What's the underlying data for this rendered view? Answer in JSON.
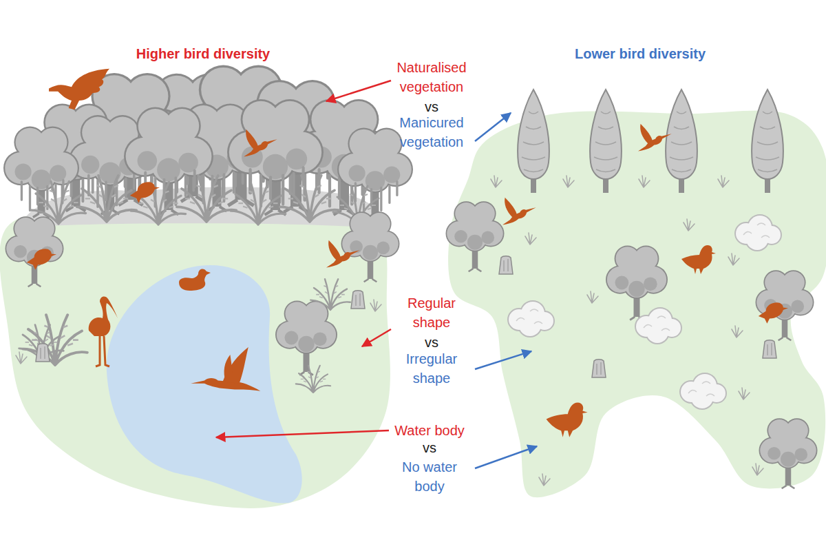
{
  "diagram": {
    "nodes": [
      {
        "text": [
          "Higher bird diversity"
        ]
      },
      {
        "text": [
          "Lower bird diversity"
        ]
      }
    ],
    "labels": [
      "Naturalised vegetation",
      "vs",
      "Manicured vegetation",
      "Regular shape",
      "vs",
      "Irregular shape",
      "Water body",
      "vs",
      "No water body"
    ]
  }
}
